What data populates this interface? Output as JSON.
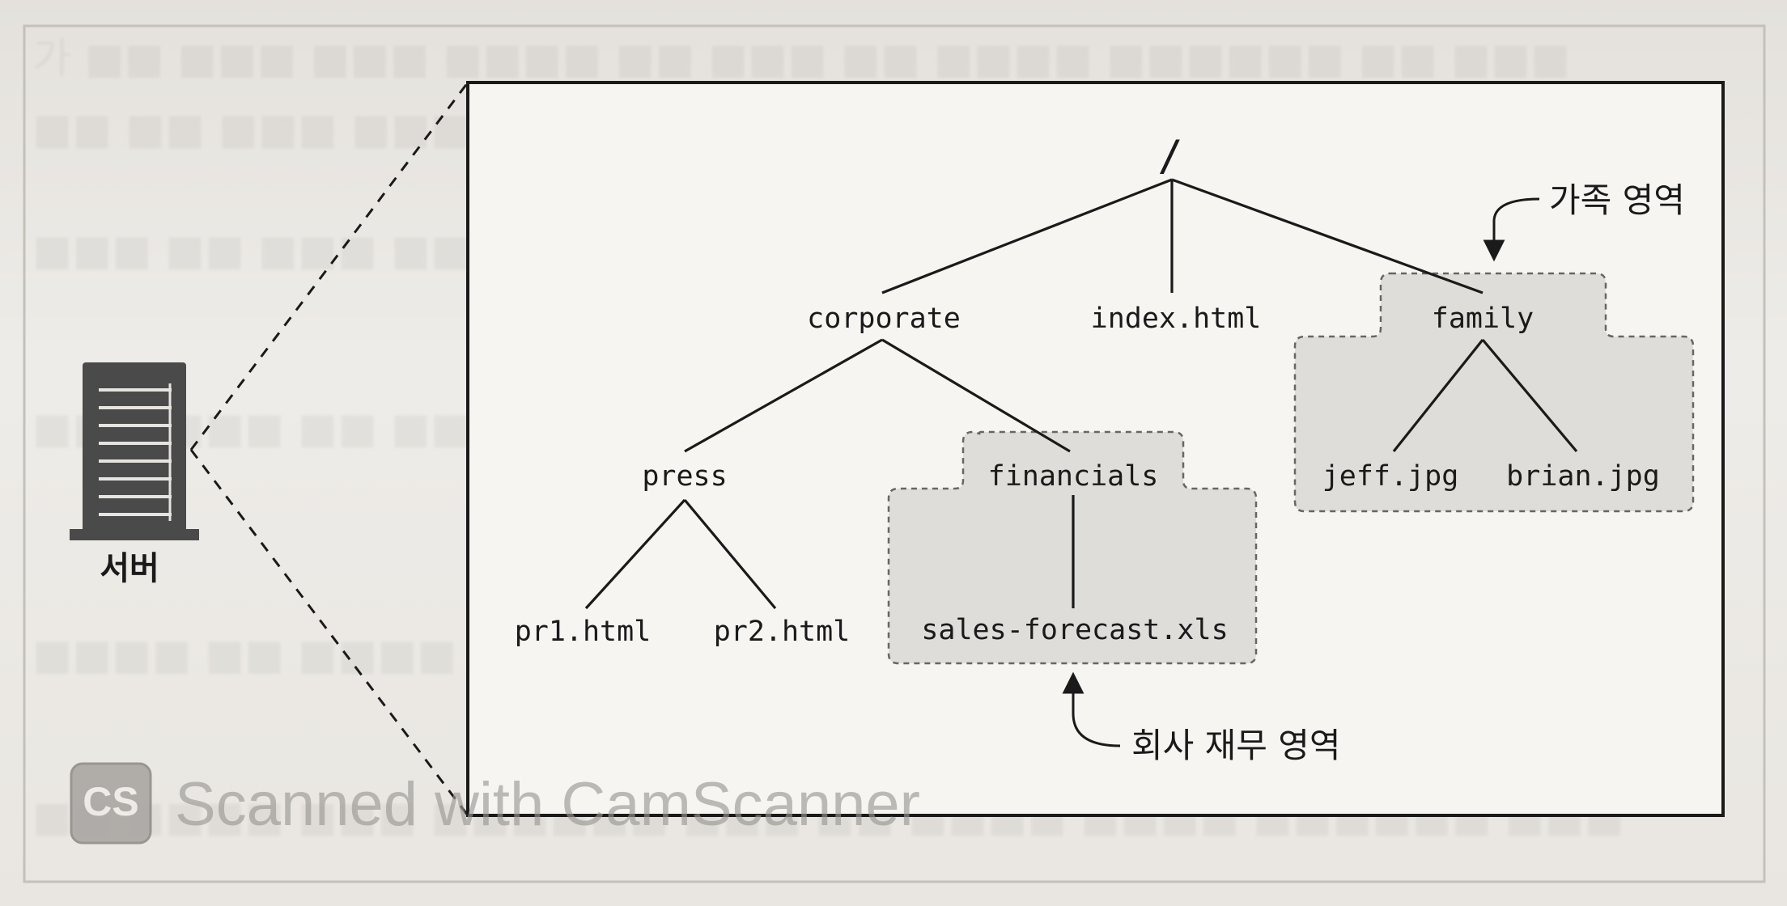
{
  "server": {
    "label": "서버"
  },
  "tree": {
    "root": "/",
    "corporate": "corporate",
    "index": "index.html",
    "family": "family",
    "press": "press",
    "financials": "financials",
    "pr1": "pr1.html",
    "pr2": "pr2.html",
    "sales_forecast": "sales-forecast.xls",
    "jeff": "jeff.jpg",
    "brian": "brian.jpg"
  },
  "callouts": {
    "family_area": "가족 영역",
    "financial_area": "회사 재무 영역"
  },
  "watermark": {
    "logo": "CS",
    "text": "Scanned with CamScanner"
  },
  "colors": {
    "line": "#1a1a1a",
    "realm_fill": "#deddd9",
    "realm_border": "#666666",
    "server_body": "#4a4a4a",
    "background": "#e8e5e0"
  }
}
